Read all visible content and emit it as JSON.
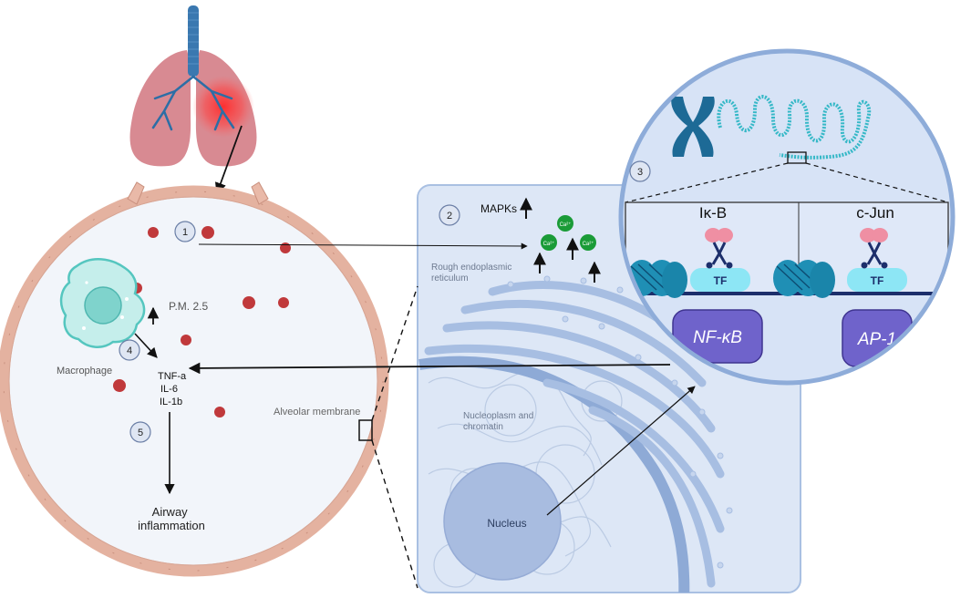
{
  "labels": {
    "pm25": "P.M. 2.5",
    "macrophage": "Macrophage",
    "tnf": "TNF-a",
    "il6": "IL-6",
    "il1b": "IL-1b",
    "alveolar_membrane": "Alveolar membrane",
    "airway_line1": "Airway",
    "airway_line2": "inflammation",
    "mapks": "MAPKs",
    "rer_line1": "Rough endoplasmic",
    "rer_line2": "reticulum",
    "nucleoplasm_line1": "Nucleoplasm and",
    "nucleoplasm_line2": "chromatin",
    "nucleus": "Nucleus",
    "calcium": "Ca²⁺",
    "ikb": "Iκ-B",
    "cjun": "c-Jun",
    "tf": "TF",
    "nfkb": "NF-κB",
    "ap1": "AP-1"
  },
  "steps": [
    "1",
    "2",
    "3",
    "4",
    "5"
  ],
  "colors": {
    "alveolus_border": "#e8b7a6",
    "alveolus_fill": "#f3f6fb",
    "particle": "#c0393b",
    "macrophage": "#8fd9d4",
    "cell_panel": "#dbe6f6",
    "cell_panel_border": "#a8bfe0",
    "zoom_circle": "#d6e2f6",
    "zoom_circle_border": "#90aedc",
    "chromosome": "#1f6f9a",
    "dna": "#33b9c8",
    "tf_box": "#8ee6f4",
    "tf_label_box": "#6e60c9",
    "calcium": "#1a9b37",
    "lung": "#d78890",
    "trachea": "#3a78b0"
  }
}
